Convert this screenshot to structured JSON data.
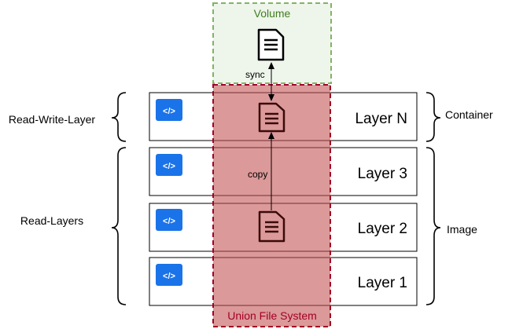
{
  "volume": {
    "label": "Volume"
  },
  "union_fs": {
    "label": "Union File System"
  },
  "layers": [
    {
      "label": "Layer N"
    },
    {
      "label": "Layer 3"
    },
    {
      "label": "Layer 2"
    },
    {
      "label": "Layer 1"
    }
  ],
  "left_labels": {
    "read_write": "Read-Write-Layer",
    "read_layers": "Read-Layers"
  },
  "right_labels": {
    "container": "Container",
    "image": "Image"
  },
  "arrows": {
    "sync": "sync",
    "copy": "copy"
  },
  "colors": {
    "volume_fill": "#EEF5EA",
    "volume_border": "#82B366",
    "volume_text": "#3E7D1E",
    "union_fill": "#D49A9A",
    "union_border": "#A20025",
    "union_text": "#A20025",
    "code_icon_bg": "#1A73E8",
    "doc_stroke_dark": "#000000",
    "doc_stroke_red": "#3A0A0A"
  },
  "icons": {
    "layer_icon": "code-icon",
    "file_icon": "document-icon"
  }
}
